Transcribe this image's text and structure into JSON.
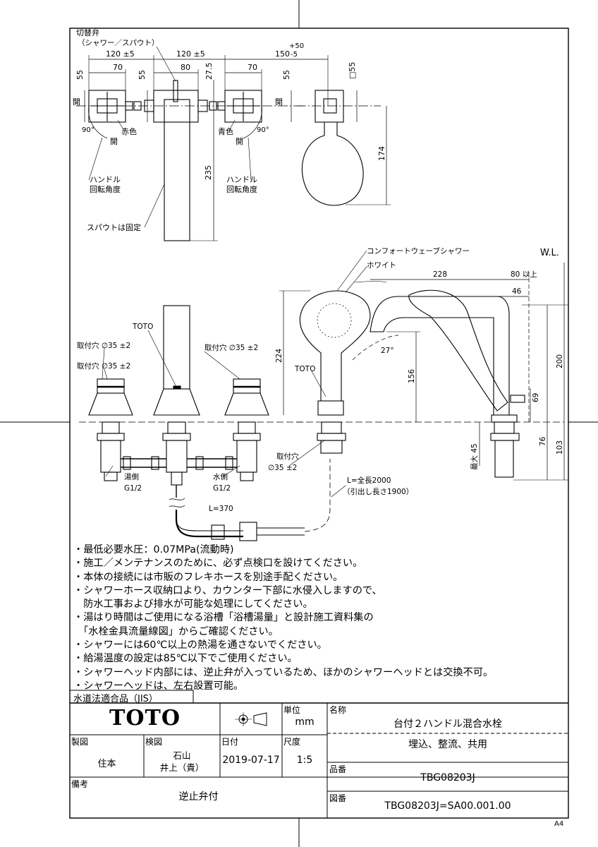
{
  "drawing": {
    "top_labels": {
      "switch_valve": "切替弁",
      "switch_valve_sub": "（シャワー／スパウト）",
      "dim_120a": "120 ±5",
      "dim_120b": "120 ±5",
      "dim_150": "150",
      "dim_150_tol_up": "+50",
      "dim_150_tol_dn": "-5",
      "dim_70a": "70",
      "dim_80": "80",
      "dim_70b": "70",
      "dim_55a": "55",
      "dim_55b": "55",
      "dim_55c": "55",
      "dim_27_5": "27.5",
      "dim_sq55": "□55",
      "dim_174": "174",
      "dim_235": "235",
      "open1": "開",
      "open2": "開",
      "open3": "開",
      "open4": "開",
      "deg1": "90°",
      "deg2": "90°",
      "red": "赤色",
      "blue": "青色",
      "handle1": "ハンドル",
      "handle1b": "回転角度",
      "handle2": "ハンドル",
      "handle2b": "回転角度",
      "spout_fixed": "スパウトは固定"
    },
    "front_labels": {
      "toto1": "TOTO",
      "toto2": "TOTO",
      "hole1": "取付穴 ∅35 ±2",
      "hole2": "取付穴 ∅35 ±2",
      "hole3": "取付穴 ∅35 ±2",
      "hole4": "取付穴",
      "hole4b": "∅35 ±2",
      "hot_side": "湯側",
      "g_hot": "G1/2",
      "cold_side": "水側",
      "g_cold": "G1/2",
      "dim_370": "L=370",
      "hose_len": "L=全長2000",
      "hose_pull": "（引出し長さ1900）",
      "shower_name": "コンフォートウェーブシャワー",
      "shower_color": "ホワイト",
      "dim_224": "224",
      "dim_156": "156",
      "dim_228": "228",
      "dim_80up": "80 以上",
      "dim_46": "46",
      "dim_200": "200",
      "dim_69": "69",
      "dim_76": "76",
      "dim_103": "103",
      "dim_max45": "最大 45",
      "deg27": "27°",
      "wl": "W.L."
    },
    "notes": [
      "・最低必要水圧：0.07MPa(流動時)",
      "・施工／メンテナンスのために、必ず点検口を設けてください。",
      "・本体の接続には市販のフレキホースを別途手配ください。",
      "・シャワーホース収納口より、カウンター下部に水侵入しますので、",
      "　防水工事および排水が可能な処理にしてください。",
      "・湯はり時間はご使用になる浴槽「浴槽湯量」と設計施工資料集の",
      "　「水栓金具流量線図」からご確認ください。",
      "・シャワーには60℃以上の熱湯を通さないでください。",
      "・給湯温度の設定は85℃以下でご使用ください。",
      "・シャワーヘッド内部には、逆止弁が入っているため、ほかのシャワーヘッドとは交換不可。",
      "・シャワーヘッドは、左右設置可能。"
    ]
  },
  "title_block": {
    "jis": "水道法適合品（JIS）",
    "logo": "TOTO",
    "unit_label": "単位",
    "unit_value": "mm",
    "name_label": "名称",
    "name_1": "台付２ハンドル混合水栓",
    "name_2": "埋込、整流、共用",
    "draft_label": "製図",
    "draft_value": "住本",
    "check_label": "検図",
    "check_value_1": "石山",
    "check_value_2": "井上（貴）",
    "date_label": "日付",
    "date_value": "2019-07-17",
    "scale_label": "尺度",
    "scale_value": "1:5",
    "part_label": "品番",
    "part_value": "TBG08203J",
    "remarks_label": "備考",
    "remarks_value": "逆止弁付",
    "drawing_no_label": "図番",
    "drawing_no_value": "TBG08203J=SA00.001.00",
    "paper_size": "A4"
  }
}
